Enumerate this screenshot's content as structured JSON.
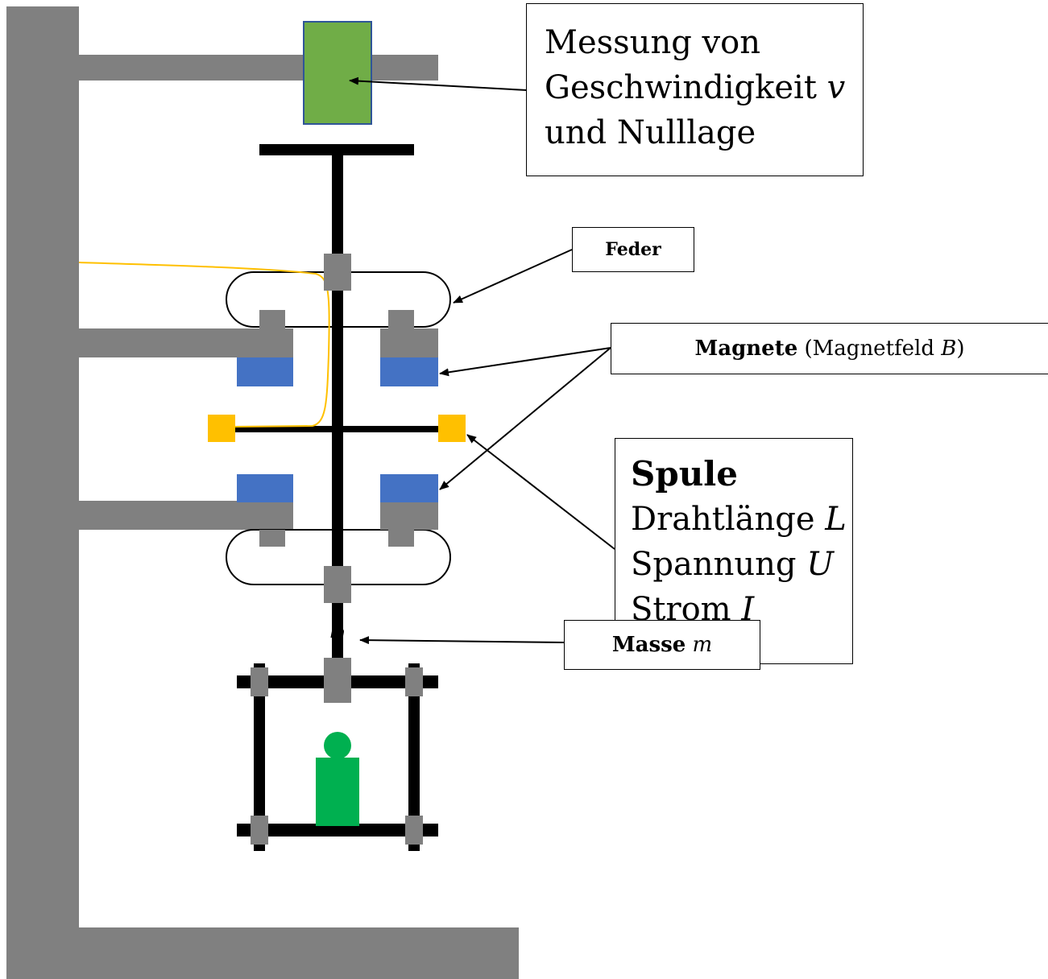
{
  "labels": {
    "messung": {
      "line1": "Messung von",
      "line2_text": "Geschwindigkeit ",
      "line2_symbol": "v",
      "line3": "und Nulllage"
    },
    "feder": "Feder",
    "magnete": {
      "bold": "Magnete",
      "text": " (Magnetfeld ",
      "symbol": "B",
      "close": ")"
    },
    "spule": {
      "title": "Spule",
      "drahtlaenge_text": "Drahtlänge ",
      "drahtlaenge_symbol": "L",
      "spannung_text": "Spannung ",
      "spannung_symbol": "U",
      "strom_text": "Strom ",
      "strom_symbol": "I"
    },
    "masse": {
      "bold": "Masse",
      "symbol": "m"
    },
    "mass_symbol": "m"
  },
  "colors": {
    "frame": "#808080",
    "sensor": "#70ad47",
    "rod": "#000000",
    "magnet": "#4472c4",
    "coil_terminal": "#ffc000",
    "wire": "#ffc000",
    "mass": "#00b050",
    "clamp": "#808080"
  }
}
